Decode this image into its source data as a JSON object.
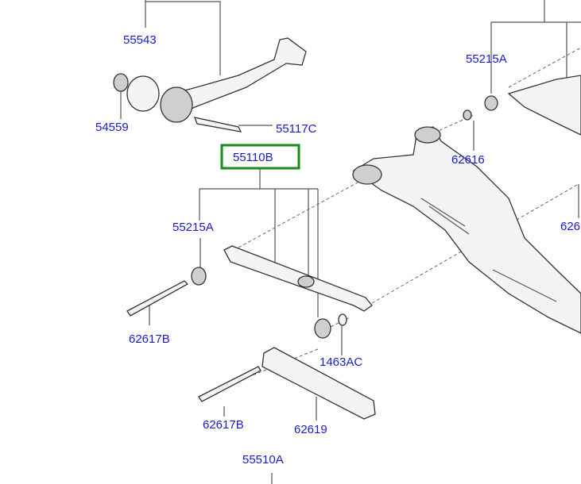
{
  "diagram": {
    "selected_part": "55110B",
    "highlight_color": "#1a8a1a",
    "label_color": "#1a1acc",
    "labels": {
      "p55543": "55543",
      "p54559": "54559",
      "p55117C": "55117C",
      "p55110B": "55110B",
      "p55215A_right": "55215A",
      "p62616": "62616",
      "p626_cut": "626",
      "p55215A_left": "55215A",
      "p62617B_upper": "62617B",
      "p1463AC": "1463AC",
      "p62617B_lower": "62617B",
      "p62619": "62619",
      "p55510A": "55510A"
    }
  }
}
